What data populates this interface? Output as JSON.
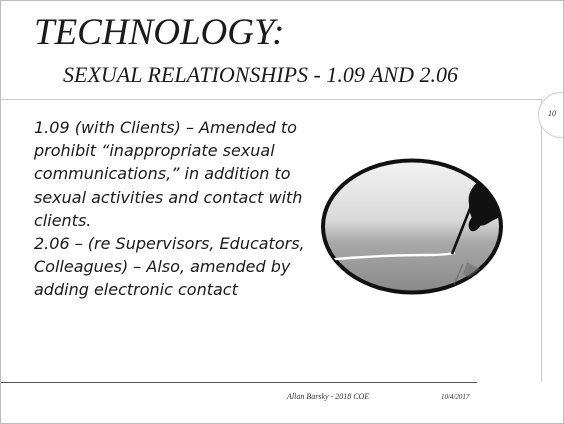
{
  "slide": {
    "title": "TECHNOLOGY:",
    "subtitle": "SEXUAL RELATIONSHIPS - 1.09 AND 2.06",
    "page_number": "10",
    "body": {
      "paragraph_1": "1.09 (with Clients) – Amended to prohibit “inappropriate sexual communications,” in addition to sexual activities and contact with clients.",
      "paragraph_2": "2.06 – (re Supervisors, Educators, Colleagues) – Also, amended by adding electronic contact"
    },
    "image": {
      "icon": "hand-writing-with-pen-icon"
    },
    "footer": {
      "author": "Allan Barsky - 2018 COE",
      "date": "10/4/2017"
    }
  }
}
